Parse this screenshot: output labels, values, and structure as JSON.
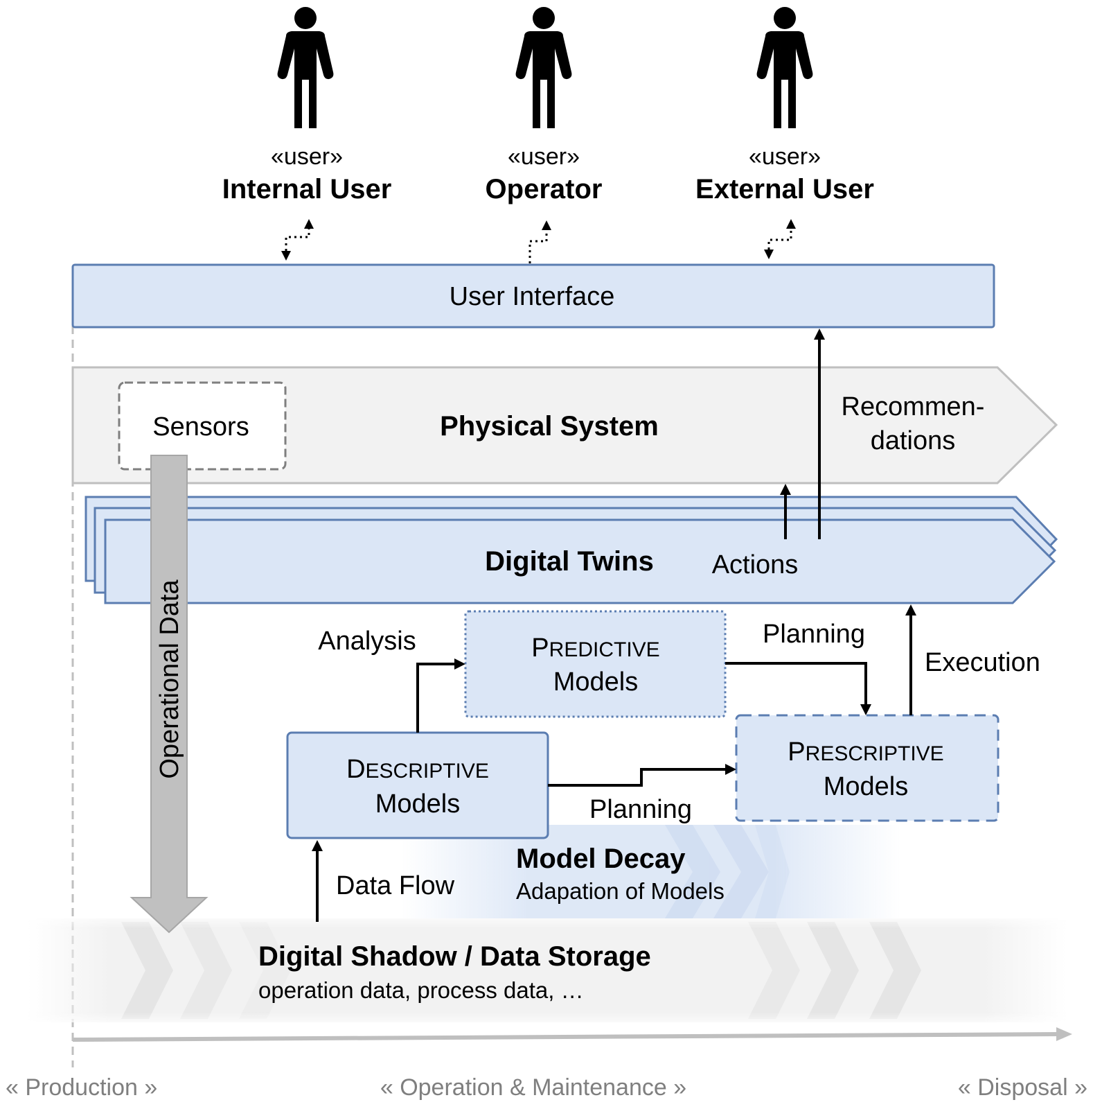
{
  "users": [
    {
      "stereotype": "«user»",
      "name": "Internal User"
    },
    {
      "stereotype": "«user»",
      "name": "Operator"
    },
    {
      "stereotype": "«user»",
      "name": "External User"
    }
  ],
  "layers": {
    "user_interface": "User Interface",
    "physical_system": "Physical System",
    "sensors": "Sensors",
    "digital_twins": "Digital Twins",
    "digital_shadow_title": "Digital Shadow / Data Storage",
    "digital_shadow_subtitle": "operation data, process data, …"
  },
  "models": {
    "predictive": {
      "first": "P",
      "rest": "REDICTIVE",
      "line2": "Models"
    },
    "descriptive": {
      "first": "D",
      "rest": "ESCRIPTIVE",
      "line2": "Models"
    },
    "prescriptive": {
      "first": "P",
      "rest": "RESCRIPTIVE",
      "line2": "Models"
    }
  },
  "flows": {
    "analysis": "Analysis",
    "planning_top": "Planning",
    "planning_bottom": "Planning",
    "execution": "Execution",
    "actions": "Actions",
    "recommendations_line1": "Recommen-",
    "recommendations_line2": "dations",
    "data_flow": "Data Flow",
    "operational_data": "Operational Data"
  },
  "model_decay": {
    "title": "Model Decay",
    "subtitle": "Adapation of Models"
  },
  "lifecycle": {
    "production": "« Production »",
    "operation": "« Operation & Maintenance »",
    "disposal": "« Disposal »"
  },
  "colors": {
    "blue_fill": "#dbe6f6",
    "blue_stroke": "#5b7db1",
    "gray_fill": "#f2f2f2",
    "gray_stroke": "#bfbfbf",
    "arrow_gray": "#bfbfbf",
    "lifecycle_text": "#7f7f7f"
  }
}
